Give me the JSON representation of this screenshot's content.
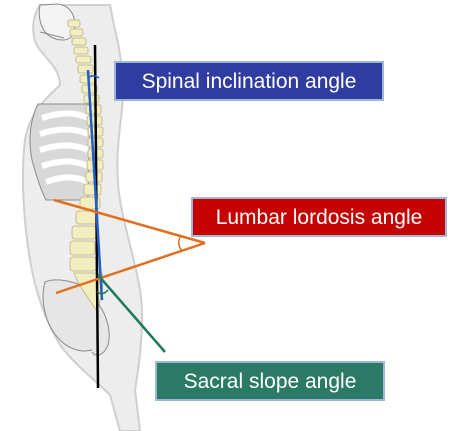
{
  "labels": {
    "spinal": "Spinal inclination angle",
    "lumbar": "Lumbar lordosis angle",
    "sacral": "Sacral slope angle"
  },
  "colors": {
    "spinal_box": "#2e3d9f",
    "lumbar_box": "#c40000",
    "sacral_box": "#2a7a66",
    "spinal_line": "#2060c8",
    "lumbar_line": "#e07020",
    "sacral_line": "#1f7a5a",
    "vertical_line": "#000000",
    "bone": "#f2eec0",
    "body_outline": "#cfcfcf"
  }
}
